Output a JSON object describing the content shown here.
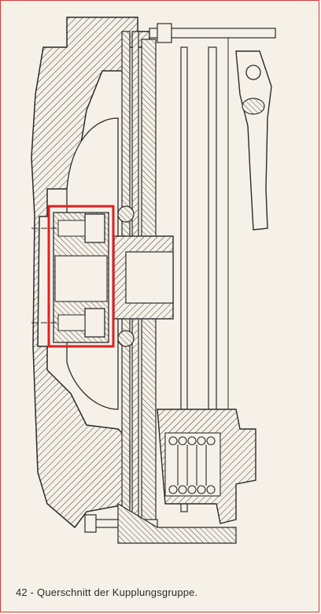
{
  "caption": "42 - Querschnitt der Kupplungsgruppe.",
  "colors": {
    "paper": "#f5f1e8",
    "ink": "#2b2b2b",
    "highlight": "#e02020",
    "frame": "#d23b3b"
  },
  "icons": {
    "diagram": "clutch-cross-section-drawing",
    "highlight": "red-highlight-box"
  }
}
